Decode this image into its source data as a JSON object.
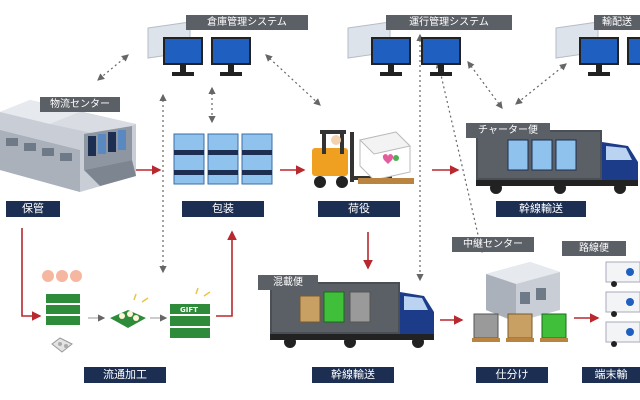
{
  "labels": {
    "warehouse_system": "倉庫管理システム",
    "operation_system": "運行管理システム",
    "delivery_system": "輸配送",
    "logistics_center": "物流センター",
    "charter": "チャーター便",
    "storage": "保管",
    "packaging": "包装",
    "cargo_handling": "荷役",
    "trunk_transport_top": "幹線輸送",
    "mixed_load": "混載便",
    "relay_center": "中継センター",
    "route_service": "路線便",
    "distribution_processing": "流通加工",
    "trunk_transport_bottom": "幹線輸送",
    "sorting": "仕分け",
    "last_mile": "端末輸",
    "gift_text": "GIFT"
  },
  "colors": {
    "navy": "#1c2f52",
    "grey_tag": "#5b5f66",
    "arrow_red": "#b8282e",
    "package_blue": "#8fc3ee",
    "tray_green": "#2e8b3a",
    "monitor_blue": "#1f5fbf"
  }
}
